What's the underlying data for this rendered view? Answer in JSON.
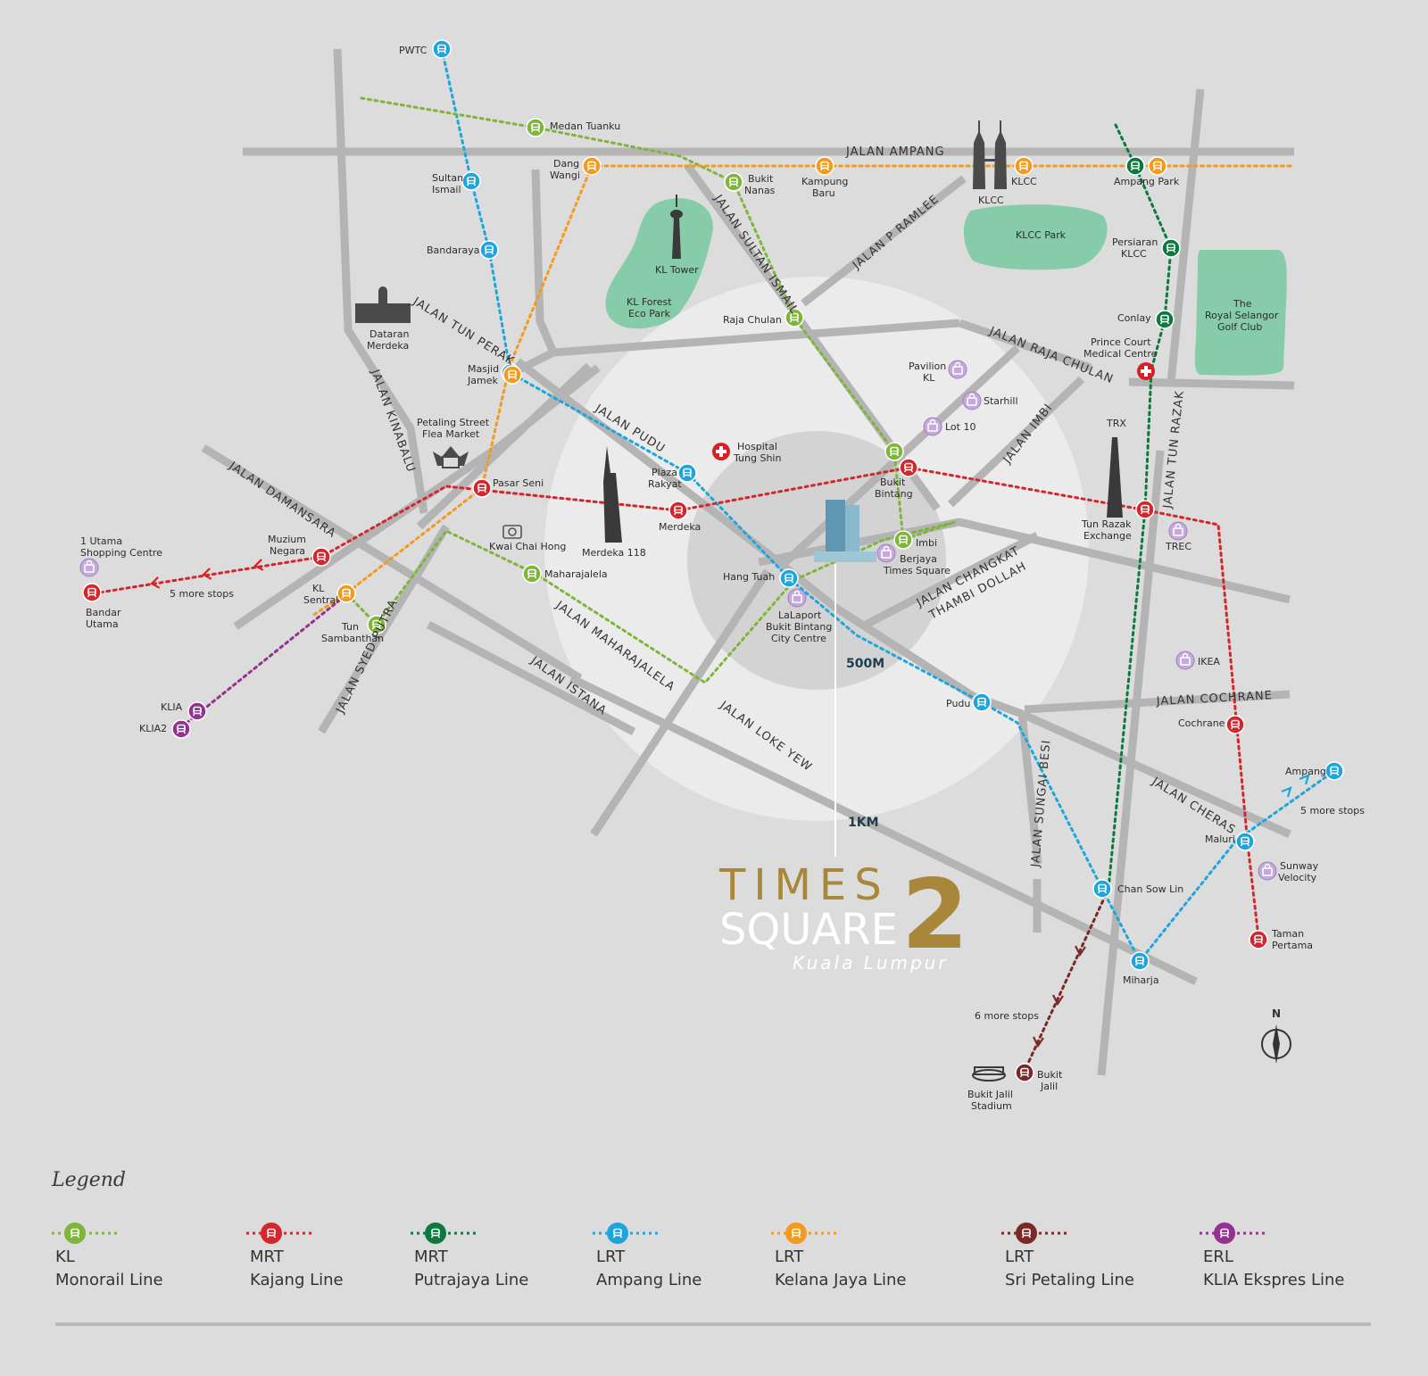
{
  "colors": {
    "background": "#dcdcdc",
    "road": "#b4b4b4",
    "park": "#86cca8",
    "gold": "#a8873a",
    "monorail": "#7fb53b",
    "mrt_kajang": "#d3272d",
    "mrt_putrajaya": "#0c7a3e",
    "lrt_ampang": "#1ea6dc",
    "lrt_kelana_jaya": "#f29b1e",
    "lrt_sri_petaling": "#7a2a26",
    "erl": "#93338f",
    "shopping": "#b58fd0",
    "hospital": "#d62027"
  },
  "brand": {
    "line1": "TIMES",
    "line2": "SQUARE",
    "number": "2",
    "subtitle": "Kuala Lumpur"
  },
  "rings": {
    "inner_label": "500M",
    "outer_label": "1KM"
  },
  "compass": {
    "label": "N"
  },
  "roads": {
    "ampang": "JALAN AMPANG",
    "sultan_ismail": "JALAN SULTAN ISMAIL",
    "p_ramlee": "JALAN P RAMLEE",
    "tun_perak": "JALAN TUN PERAK",
    "kinabalu": "JALAN KINABALU",
    "raja_chulan": "JALAN RAJA CHULAN",
    "pudu": "JALAN PUDU",
    "imbi": "JALAN IMBI",
    "tun_razak": "JALAN TUN RAZAK",
    "damansara": "JALAN DAMANSARA",
    "changkat_1": "JALAN CHANGKAT",
    "changkat_2": "THAMBI DOLLAH",
    "syed_putra": "JALAN SYED PUTRA",
    "maharajalela": "JALAN MAHARAJALELA",
    "istana": "JALAN ISTANA",
    "loke_yew": "JALAN LOKE YEW",
    "cochrane": "JALAN COCHRANE",
    "sungai_besi": "JALAN SUNGAI BESI",
    "cheras": "JALAN CHERAS"
  },
  "stations": {
    "pwtc": "PWTC",
    "sultan_ismail_1": "Sultan",
    "sultan_ismail_2": "Ismail",
    "bandaraya": "Bandaraya",
    "masjid_jamek_1": "Masjid",
    "masjid_jamek_2": "Jamek",
    "plaza_rakyat_1": "Plaza",
    "plaza_rakyat_2": "Rakyat",
    "hang_tuah": "Hang Tuah",
    "pudu": "Pudu",
    "chan_sow_lin": "Chan Sow Lin",
    "miharja": "Miharja",
    "maluri": "Maluri",
    "ampang": "Ampang",
    "medan_tuanku": "Medan Tuanku",
    "bukit_nanas_1": "Bukit",
    "bukit_nanas_2": "Nanas",
    "raja_chulan": "Raja Chulan",
    "imbi": "Imbi",
    "maharajalela": "Maharajalela",
    "tun_sambanthan_1": "Tun",
    "tun_sambanthan_2": "Sambanthan",
    "kl_sentral_1": "KL",
    "kl_sentral_2": "Sentral",
    "dang_wangi_1": "Dang",
    "dang_wangi_2": "Wangi",
    "kampung_baru_1": "Kampung",
    "kampung_baru_2": "Baru",
    "klcc": "KLCC",
    "ampang_park": "Ampang Park",
    "pasar_seni": "Pasar Seni",
    "muzium_negara_1": "Muzium",
    "muzium_negara_2": "Negara",
    "merdeka": "Merdeka",
    "bukit_bintang_1": "Bukit",
    "bukit_bintang_2": "Bintang",
    "tun_razak_exchange_1": "Tun Razak",
    "tun_razak_exchange_2": "Exchange",
    "cochrane": "Cochrane",
    "taman_pertama_1": "Taman",
    "taman_pertama_2": "Pertama",
    "bandar_utama_1": "Bandar",
    "bandar_utama_2": "Utama",
    "persiaran_klcc_1": "Persiaran",
    "persiaran_klcc_2": "KLCC",
    "conlay": "Conlay",
    "bukit_jalil_1": "Bukit",
    "bukit_jalil_2": "Jalil",
    "klia": "KLIA",
    "klia2": "KLIA2"
  },
  "places": {
    "dataran_1": "Dataran",
    "dataran_2": "Merdeka",
    "petaling_1": "Petaling Street",
    "petaling_2": "Flea Market",
    "kl_tower": "KL Tower",
    "forest_1": "KL Forest",
    "forest_2": "Eco Park",
    "klcc_tower": "KLCC",
    "klcc_park": "KLCC Park",
    "golf_1": "The",
    "golf_2": "Royal Selangor",
    "golf_3": "Golf Club",
    "prince_1": "Prince Court",
    "prince_2": "Medical Centre",
    "pavilion_1": "Pavilion",
    "pavilion_2": "KL",
    "starhill": "Starhill",
    "lot10": "Lot 10",
    "tung_shin_1": "Hospital",
    "tung_shin_2": "Tung Shin",
    "merdeka118": "Merdeka 118",
    "kwai_chai_hong": "Kwai Chai Hong",
    "berjaya_1": "Berjaya",
    "berjaya_2": "Times Square",
    "lalaport_1": "LaLaport",
    "lalaport_2": "Bukit Bintang",
    "lalaport_3": "City Centre",
    "trx": "TRX",
    "trec": "TREC",
    "ikea": "IKEA",
    "sunway_1": "Sunway",
    "sunway_2": "Velocity",
    "one_utama_1": "1 Utama",
    "one_utama_2": "Shopping Centre",
    "stadium_1": "Bukit Jalil",
    "stadium_2": "Stadium"
  },
  "notes": {
    "bandar_more": "5 more stops",
    "ampang_more": "5 more stops",
    "sri_petaling_more": "6 more stops"
  },
  "legend": {
    "title": "Legend",
    "items": [
      {
        "line1": "KL",
        "line2": "Monorail Line",
        "color": "#7fb53b"
      },
      {
        "line1": "MRT",
        "line2": "Kajang Line",
        "color": "#d3272d"
      },
      {
        "line1": "MRT",
        "line2": "Putrajaya Line",
        "color": "#0c7a3e"
      },
      {
        "line1": "LRT",
        "line2": "Ampang Line",
        "color": "#1ea6dc"
      },
      {
        "line1": "LRT",
        "line2": "Kelana Jaya Line",
        "color": "#f29b1e"
      },
      {
        "line1": "LRT",
        "line2": "Sri Petaling Line",
        "color": "#7a2a26"
      },
      {
        "line1": "ERL",
        "line2": "KLIA Ekspres Line",
        "color": "#93338f"
      }
    ]
  }
}
